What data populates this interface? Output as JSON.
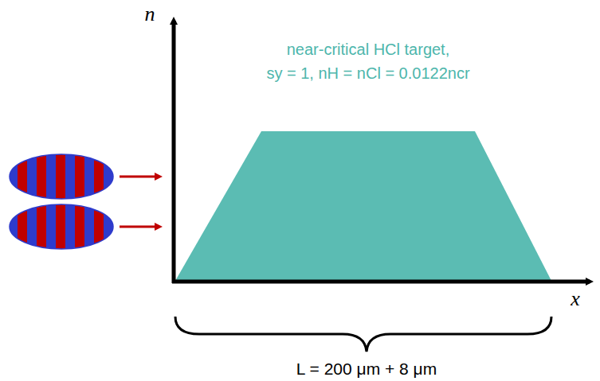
{
  "diagram": {
    "labels": [
      "n",
      "x",
      "near-critical HCl target,",
      "sy = 1, nH = nCl = 0.0122ncr",
      "L = 200 μm + 8 μm"
    ]
  }
}
